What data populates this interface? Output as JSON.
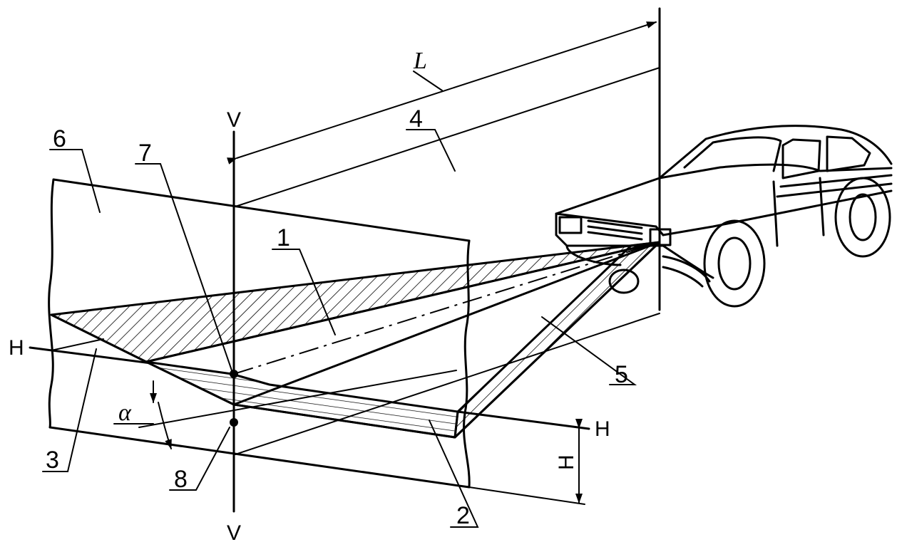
{
  "labels": {
    "n1": "1",
    "n2": "2",
    "n3": "3",
    "n4": "4",
    "n5": "5",
    "n6": "6",
    "n7": "7",
    "n8": "8",
    "v_top": "V",
    "v_bottom": "V",
    "h_left": "H",
    "h_right": "H",
    "h_height": "H",
    "alpha": "α",
    "distance": "L"
  },
  "colors": {
    "ink": "#000000",
    "background": "#ffffff"
  }
}
